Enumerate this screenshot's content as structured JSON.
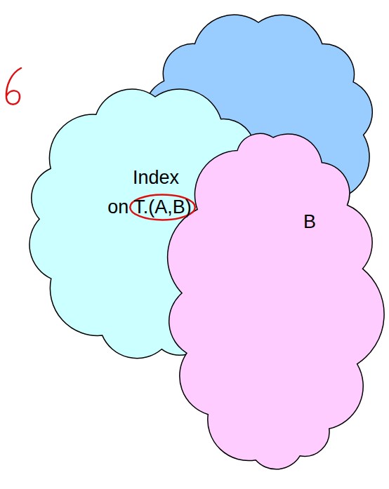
{
  "diagram": {
    "nodes": [
      {
        "text": [
          "Index",
          "on T.(A,B)"
        ]
      },
      {
        "text": [
          "B"
        ]
      }
    ]
  }
}
